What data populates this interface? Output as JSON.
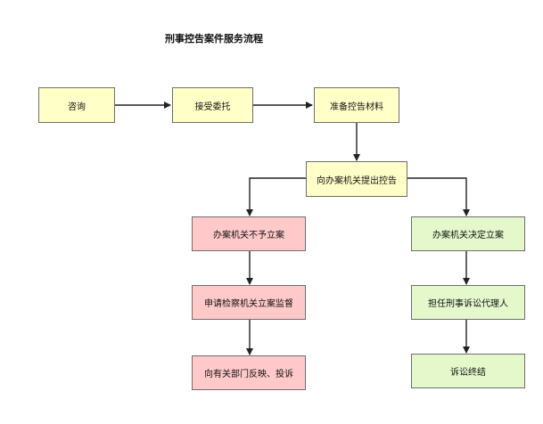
{
  "title": "刑事控告案件服务流程",
  "nodes": {
    "consult": "咨询",
    "accept": "接受委托",
    "prepare": "准备控告材料",
    "file": "向办案机关提出控告",
    "reject": "办案机关不予立案",
    "supervise": "申请检察机关立案监督",
    "complain": "向有关部门反映、投诉",
    "approve": "办案机关决定立案",
    "agent": "担任刑事诉讼代理人",
    "end": "诉讼终结"
  },
  "colors": {
    "yellow": "#ffffc8",
    "pink": "#ffc9c9",
    "green": "#e4f8cc",
    "border": "#6e6e6e",
    "arrow": "#222222"
  }
}
